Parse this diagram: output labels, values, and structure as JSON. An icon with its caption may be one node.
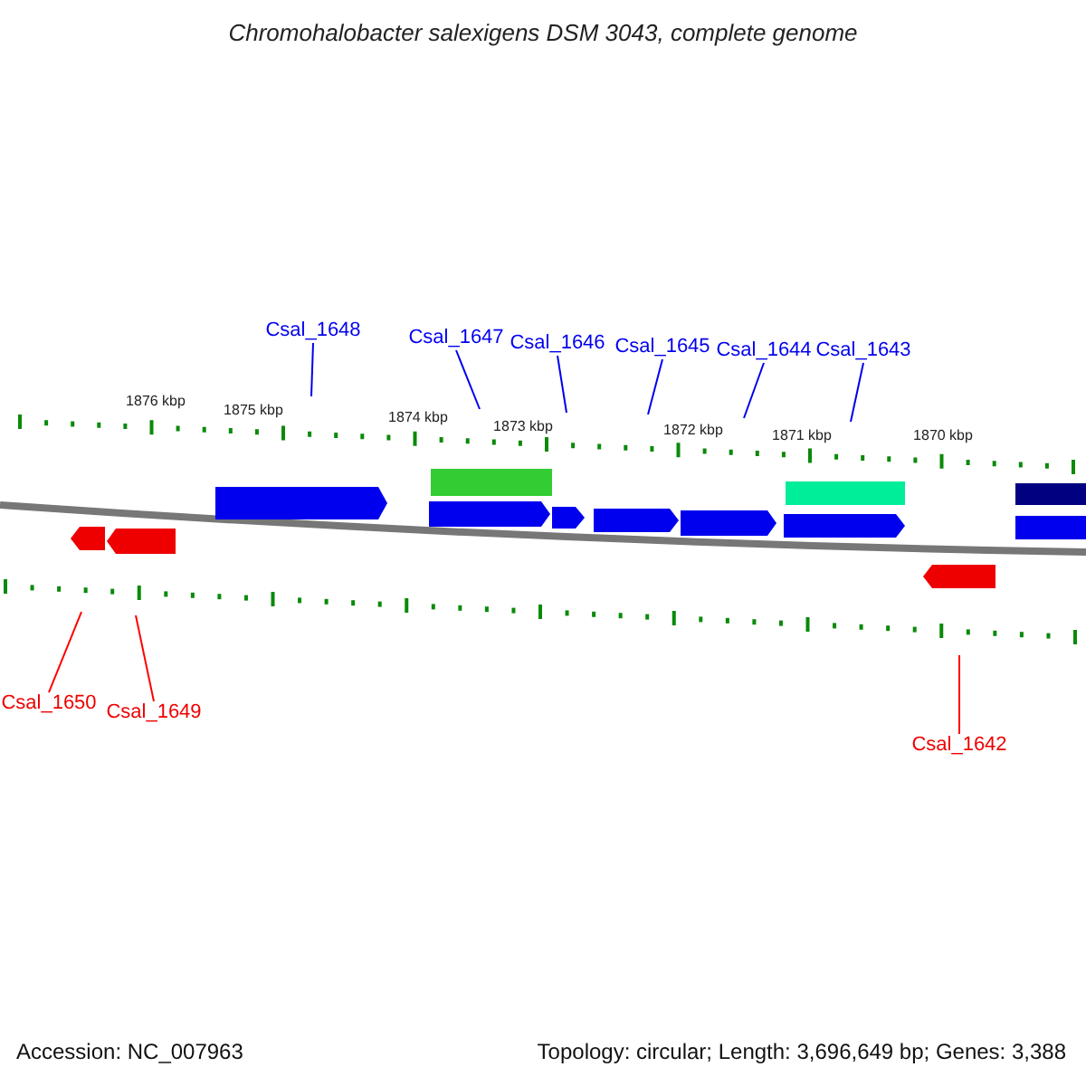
{
  "diagram": {
    "title": "Chromohalobacter salexigens DSM 3043, complete genome",
    "nodes": [
      {
        "text": [
          "Csal_1648"
        ]
      },
      {
        "text": [
          "Csal_1647"
        ]
      },
      {
        "text": [
          "Csal_1646"
        ]
      },
      {
        "text": [
          "Csal_1645"
        ]
      },
      {
        "text": [
          "Csal_1644"
        ]
      },
      {
        "text": [
          "Csal_1643"
        ]
      },
      {
        "text": [
          "Csal_1650"
        ]
      },
      {
        "text": [
          "Csal_1649"
        ]
      },
      {
        "text": [
          "Csal_1642"
        ]
      }
    ],
    "edges": [
      {
        "from": 0,
        "to": null,
        "arrow": "none"
      },
      {
        "from": 1,
        "to": null,
        "arrow": "none"
      },
      {
        "from": 2,
        "to": null,
        "arrow": "none"
      },
      {
        "from": 3,
        "to": null,
        "arrow": "none"
      },
      {
        "from": 4,
        "to": null,
        "arrow": "none"
      },
      {
        "from": 5,
        "to": null,
        "arrow": "none"
      },
      {
        "from": 6,
        "to": null,
        "arrow": "none",
        "color": "#ff0000"
      },
      {
        "from": 7,
        "to": null,
        "arrow": "none",
        "color": "#ff0000"
      },
      {
        "from": 8,
        "to": null,
        "arrow": "none",
        "color": "#ff0000"
      }
    ],
    "labels": [
      "1876 kbp",
      "1875 kbp",
      "1874 kbp",
      "1873 kbp",
      "1872 kbp",
      "1871 kbp",
      "1870 kbp",
      "Accession: NC_007963",
      "Topology: circular; Length: 3,696,649 bp; Genes: 3,388"
    ]
  }
}
